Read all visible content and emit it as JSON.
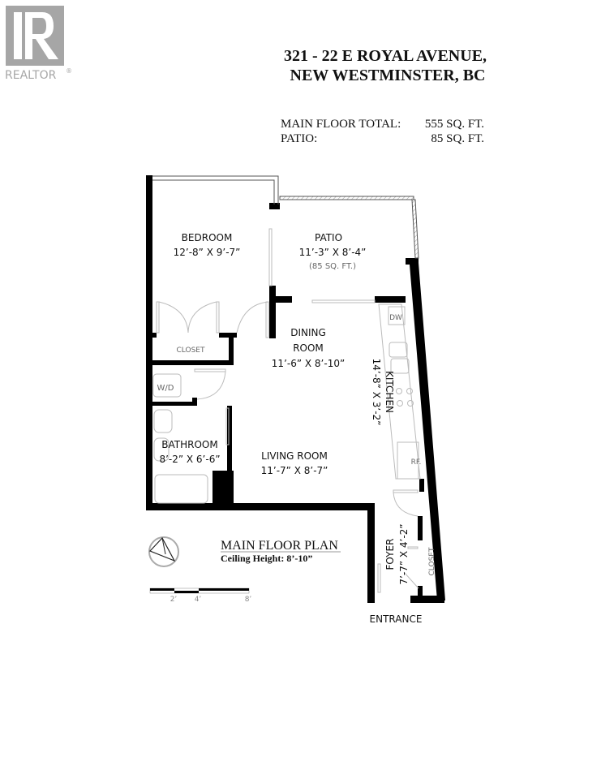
{
  "logo": {
    "text": "REALTOR",
    "mark": "®",
    "color": "#a6a6a6"
  },
  "header": {
    "address_line1": "321 - 22 E ROYAL AVENUE,",
    "address_line2": "NEW WESTMINSTER, BC",
    "areas": [
      {
        "label": "MAIN FLOOR TOTAL:",
        "value": "555 SQ. FT."
      },
      {
        "label": "PATIO:",
        "value": "85 SQ. FT."
      }
    ]
  },
  "rooms": {
    "bedroom": {
      "name": "BEDROOM",
      "dims": "12’-8” X 9’-7”"
    },
    "patio": {
      "name": "PATIO",
      "dims": "11’-3” X 8’-4”",
      "area": "(85 SQ. FT.)"
    },
    "closet_bedroom": {
      "name": "CLOSET"
    },
    "dining": {
      "name1": "DINING",
      "name2": "ROOM",
      "dims": "11’-6” X 8’-10”"
    },
    "kitchen": {
      "name": "KITCHEN",
      "dims": "14’-8” X 3’-2”"
    },
    "dishwasher": {
      "name": "DW"
    },
    "fridge": {
      "name": "RF."
    },
    "washer_dryer": {
      "name": "W/D"
    },
    "bathroom": {
      "name": "BATHROOM",
      "dims": "8’-2” X 6’-6”"
    },
    "living": {
      "name": "LIVING ROOM",
      "dims": "11’-7” X 8’-7”"
    },
    "foyer": {
      "name": "FOYER",
      "dims": "7’-7” X 4’-2”"
    },
    "closet_foyer": {
      "name": "CLOSET"
    },
    "entrance": {
      "name": "ENTRANCE"
    }
  },
  "plan_title": {
    "title": "MAIN FLOOR PLAN",
    "ceiling": "Ceiling Height: 8’-10”"
  },
  "scale_bar": {
    "labels": [
      "2’",
      "4’",
      "8’"
    ]
  },
  "colors": {
    "wall": "#000000",
    "fixture": "#999999",
    "text": "#111111"
  }
}
